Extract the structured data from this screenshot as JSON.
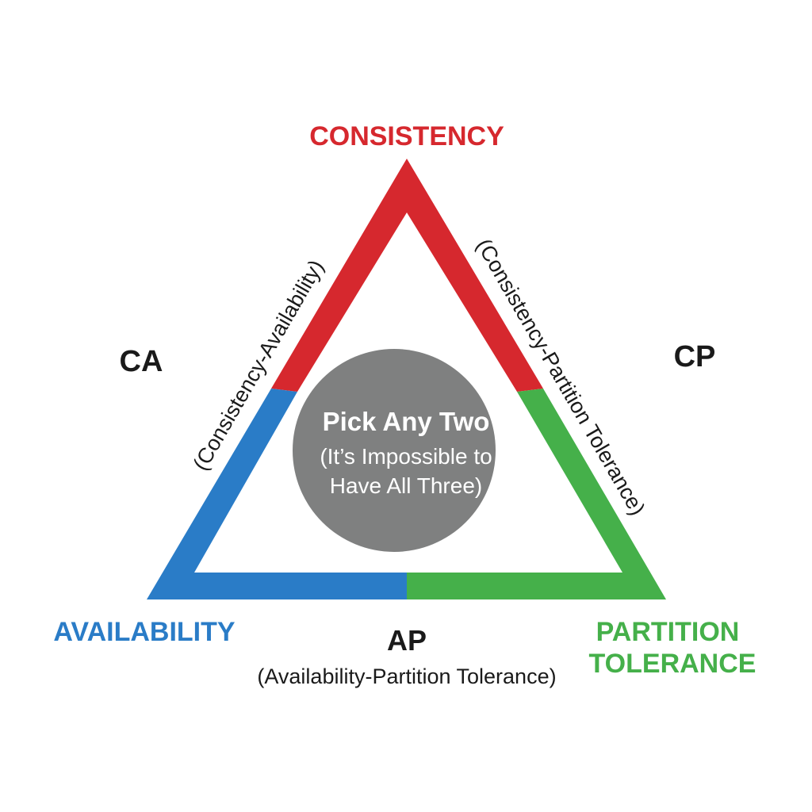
{
  "colors": {
    "consistency": "#d6282e",
    "availability": "#2a7cc7",
    "partition": "#45b04a",
    "center_circle": "#7f8080",
    "label_dark": "#1a1a1a"
  },
  "vertices": {
    "consistency": "CONSISTENCY",
    "availability": "AVAILABILITY",
    "partition_line1": "PARTITION",
    "partition_line2": "TOLERANCE"
  },
  "edges": {
    "ca": {
      "code": "CA",
      "desc": "(Consistency-Availability)"
    },
    "cp": {
      "code": "CP",
      "desc": "(Consistency-Partition Tolerance)"
    },
    "ap": {
      "code": "AP",
      "desc": "(Availability-Partition Tolerance)"
    }
  },
  "center": {
    "title": "Pick Any Two",
    "line2": "(It’s Impossible to",
    "line3": "Have All Three)"
  }
}
